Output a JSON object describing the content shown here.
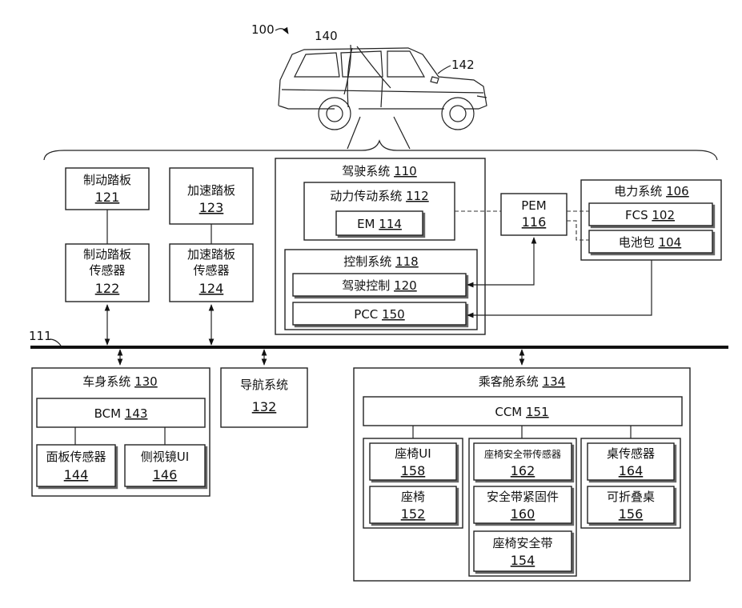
{
  "refs": {
    "system": "100",
    "car_part": "140",
    "car_front": "142",
    "bus": "111"
  },
  "boxes": {
    "brake_pedal": {
      "label": "制动踏板",
      "num": "121"
    },
    "accel_pedal": {
      "label": "加速踏板",
      "num": "123"
    },
    "brake_sensor": {
      "label1": "制动踏板",
      "label2": "传感器",
      "num": "122"
    },
    "accel_sensor": {
      "label1": "加速踏板",
      "label2": "传感器",
      "num": "124"
    },
    "drive_system": {
      "label": "驾驶系统",
      "num": "110"
    },
    "powertrain": {
      "label": "动力传动系统",
      "num": "112"
    },
    "em": {
      "label": "EM",
      "num": "114"
    },
    "control_system": {
      "label": "控制系统",
      "num": "118"
    },
    "drive_control": {
      "label": "驾驶控制",
      "num": "120"
    },
    "pcc": {
      "label": "PCC",
      "num": "150"
    },
    "pem": {
      "label": "PEM",
      "num": "116"
    },
    "power_system": {
      "label": "电力系统",
      "num": "106"
    },
    "fcs": {
      "label": "FCS",
      "num": "102"
    },
    "battery": {
      "label": "电池包",
      "num": "104"
    },
    "body_system": {
      "label": "车身系统",
      "num": "130"
    },
    "bcm": {
      "label": "BCM",
      "num": "143"
    },
    "panel_sensor": {
      "label": "面板传感器",
      "num": "144"
    },
    "mirror_ui": {
      "label": "侧视镜UI",
      "num": "146"
    },
    "nav_system": {
      "label": "导航系统",
      "num": "132"
    },
    "cabin_system": {
      "label": "乘客舱系统",
      "num": "134"
    },
    "ccm": {
      "label": "CCM",
      "num": "151"
    },
    "seat_ui": {
      "label": "座椅UI",
      "num": "158"
    },
    "seat": {
      "label": "座椅",
      "num": "152"
    },
    "seatbelt_sensor": {
      "label": "座椅安全带传感器",
      "num": "162"
    },
    "belt_fastener": {
      "label": "安全带紧固件",
      "num": "160"
    },
    "seatbelt": {
      "label": "座椅安全带",
      "num": "154"
    },
    "table_sensor": {
      "label": "桌传感器",
      "num": "164"
    },
    "folding_table": {
      "label": "可折叠桌",
      "num": "156"
    }
  }
}
